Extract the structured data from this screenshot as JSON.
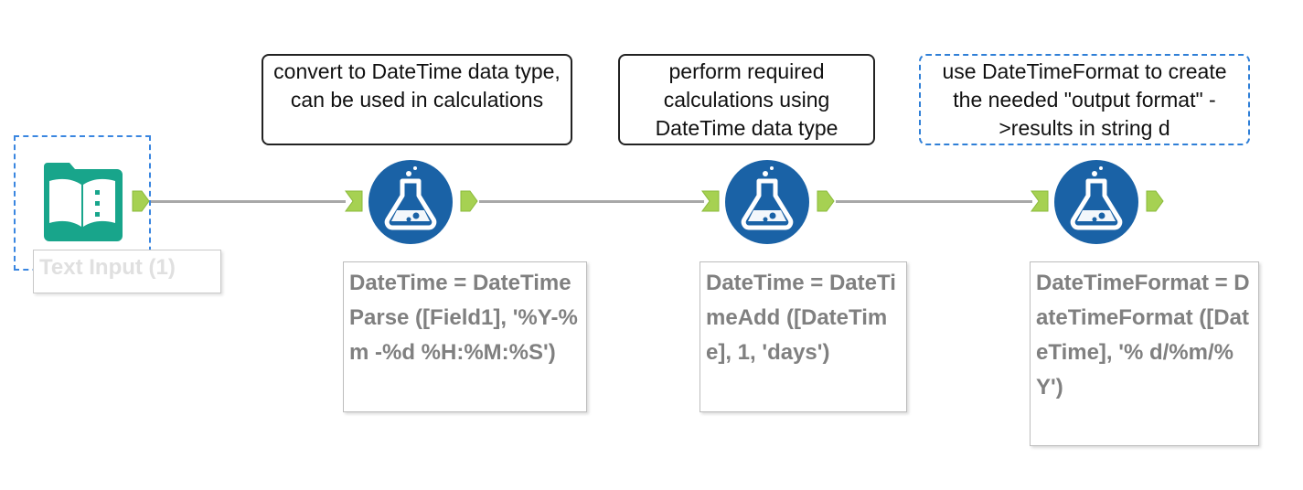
{
  "canvas": {
    "tools": [
      {
        "name": "Text Input",
        "label": "Text Input (1)",
        "icon": "book-icon",
        "color": "#18a58b"
      },
      {
        "name": "Formula",
        "icon": "flask-icon",
        "color": "#1a62a6",
        "comment": "convert to DateTime data type, can be used in calculations",
        "annotation": "DateTime = DateTimeParse ([Field1], '%Y-%m -%d %H:%M:%S')"
      },
      {
        "name": "Formula",
        "icon": "flask-icon",
        "color": "#1a62a6",
        "comment": "perform required calculations using DateTime data type",
        "annotation": "DateTime = DateTimeAdd ([DateTime], 1, 'days')"
      },
      {
        "name": "Formula",
        "icon": "flask-icon",
        "color": "#1a62a6",
        "comment": "use DateTimeFormat to create the needed \"output format\" ->results in string d",
        "annotation": "DateTimeFormat = DateTimeFormat ([DateTime], '% d/%m/%Y')"
      }
    ],
    "colors": {
      "anchor": "#a6d152",
      "wire": "#a8a8a8",
      "selection": "#3a86e0"
    }
  }
}
